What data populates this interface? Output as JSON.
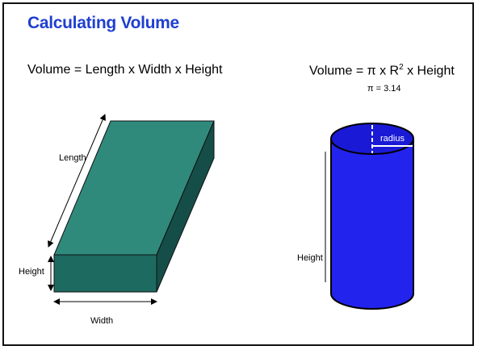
{
  "title": "Calculating Volume",
  "box": {
    "formula": "Volume = Length  x  Width x  Height",
    "labels": {
      "length": "Length",
      "height": "Height",
      "width": "Width"
    },
    "colors": {
      "top": "#2f8a7c",
      "front": "#1d6a61",
      "side": "#154e48"
    }
  },
  "cylinder": {
    "formula_prefix": "Volume = π  x  R",
    "formula_exp": "2",
    "formula_suffix": " x  Height",
    "pi_note": "π  = 3.14",
    "labels": {
      "radius": "radius",
      "height": "Height"
    },
    "colors": {
      "body": "#2323ee",
      "top": "#1a1ad6"
    }
  }
}
